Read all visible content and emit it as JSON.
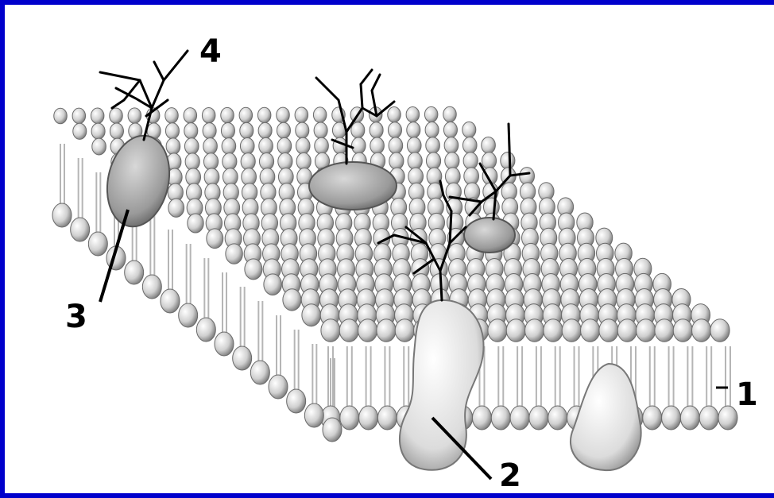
{
  "colors": {
    "border": "#0000cc",
    "background": "#ffffff",
    "lipid_head": "#c8c8c8",
    "lipid_tail": "#b0b0b0",
    "protein": "#d9d9d9",
    "ink": "#000000"
  },
  "labels": [
    {
      "id": "label-1",
      "text": "1"
    },
    {
      "id": "label-2",
      "text": "2"
    },
    {
      "id": "label-3",
      "text": "3"
    },
    {
      "id": "label-4",
      "text": "4"
    }
  ]
}
